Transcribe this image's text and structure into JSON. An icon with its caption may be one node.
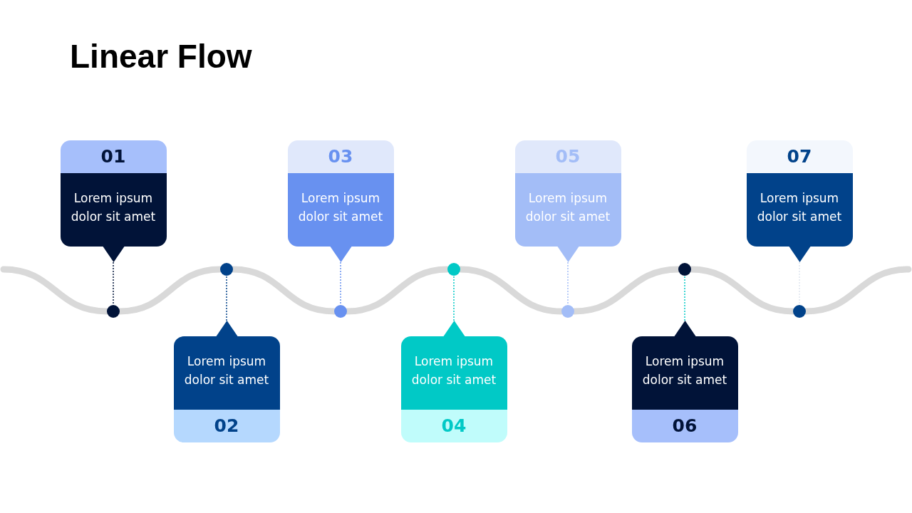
{
  "diagram": {
    "title": "Linear Flow",
    "nodes": [
      {
        "text": [
          "01",
          "Lorem ipsum dolor sit amet"
        ]
      },
      {
        "text": [
          "Lorem ipsum dolor sit amet",
          "02"
        ]
      },
      {
        "text": [
          "03",
          "Lorem ipsum dolor sit amet"
        ]
      },
      {
        "text": [
          "Lorem ipsum dolor sit amet",
          "04"
        ]
      },
      {
        "text": [
          "05",
          "Lorem ipsum dolor sit amet"
        ]
      },
      {
        "text": [
          "Lorem ipsum dolor sit amet",
          "06"
        ]
      },
      {
        "text": [
          "07",
          "Lorem ipsum dolor sit amet"
        ]
      },
      {
        "text": [],
        "shape": "circle"
      },
      {
        "text": [],
        "shape": "circle"
      },
      {
        "text": [],
        "shape": "circle"
      },
      {
        "text": [],
        "shape": "circle"
      },
      {
        "text": [],
        "shape": "circle"
      },
      {
        "text": [],
        "shape": "circle"
      },
      {
        "text": [],
        "shape": "circle"
      }
    ],
    "edges": [
      {
        "from": 0,
        "to": 7,
        "arrow": "none",
        "style": "dashed",
        "color": "#011338"
      },
      {
        "from": 1,
        "to": 8,
        "arrow": "none",
        "style": "dashed",
        "color": "#01428a"
      },
      {
        "from": 2,
        "to": 9,
        "arrow": "none",
        "style": "dashed",
        "color": "#6891f0"
      },
      {
        "from": 3,
        "to": 10,
        "arrow": "none",
        "style": "dashed",
        "color": "#01c9c6"
      },
      {
        "from": 4,
        "to": 11,
        "arrow": "none",
        "style": "dashed",
        "color": "#a3bdf7"
      },
      {
        "from": 5,
        "to": 12,
        "arrow": "none",
        "style": "dashed",
        "color": "#01c9c6"
      },
      {
        "from": 6,
        "to": 13,
        "arrow": "none",
        "style": "dashed",
        "color": "#e0e6f0"
      },
      {
        "from": null,
        "to": 7,
        "arrow": "none"
      },
      {
        "from": 7,
        "to": 8,
        "arrow": "none"
      },
      {
        "from": 8,
        "to": 9,
        "arrow": "none"
      },
      {
        "from": 9,
        "to": 10,
        "arrow": "none"
      },
      {
        "from": 10,
        "to": 11,
        "arrow": "none"
      },
      {
        "from": 11,
        "to": 12,
        "arrow": "none"
      },
      {
        "from": 12,
        "to": 13,
        "arrow": "none"
      },
      {
        "from": 13,
        "to": null,
        "arrow": "none"
      }
    ]
  }
}
